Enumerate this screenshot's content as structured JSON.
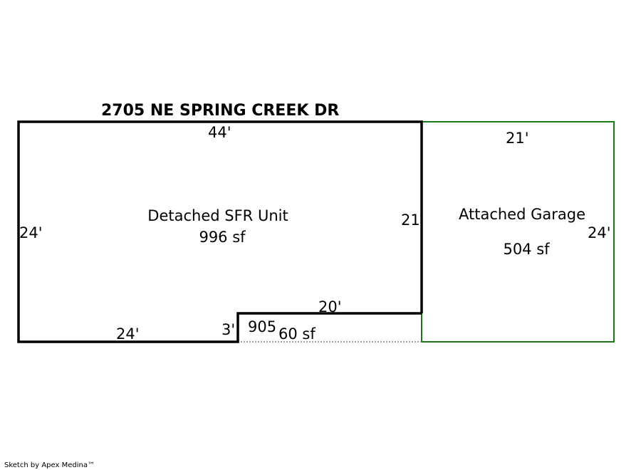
{
  "title": "2705 NE SPRING CREEK DR",
  "credit": "Sketch by Apex Medina™",
  "colors": {
    "house_outline": "#000000",
    "garage_outline": "#1a7a1a",
    "dotted_edge": "#888888"
  },
  "house": {
    "name": "Detached SFR Unit",
    "area": "996 sf",
    "dims": {
      "top": "44'",
      "left": "24'",
      "right": "21'",
      "bottom_left": "24'",
      "step": "3'",
      "bottom_right": "20'"
    }
  },
  "garage": {
    "name": "Attached Garage",
    "area": "504 sf",
    "dims": {
      "top": "21'",
      "right": "24'"
    }
  },
  "patio": {
    "code": "905",
    "area": "60 sf"
  }
}
